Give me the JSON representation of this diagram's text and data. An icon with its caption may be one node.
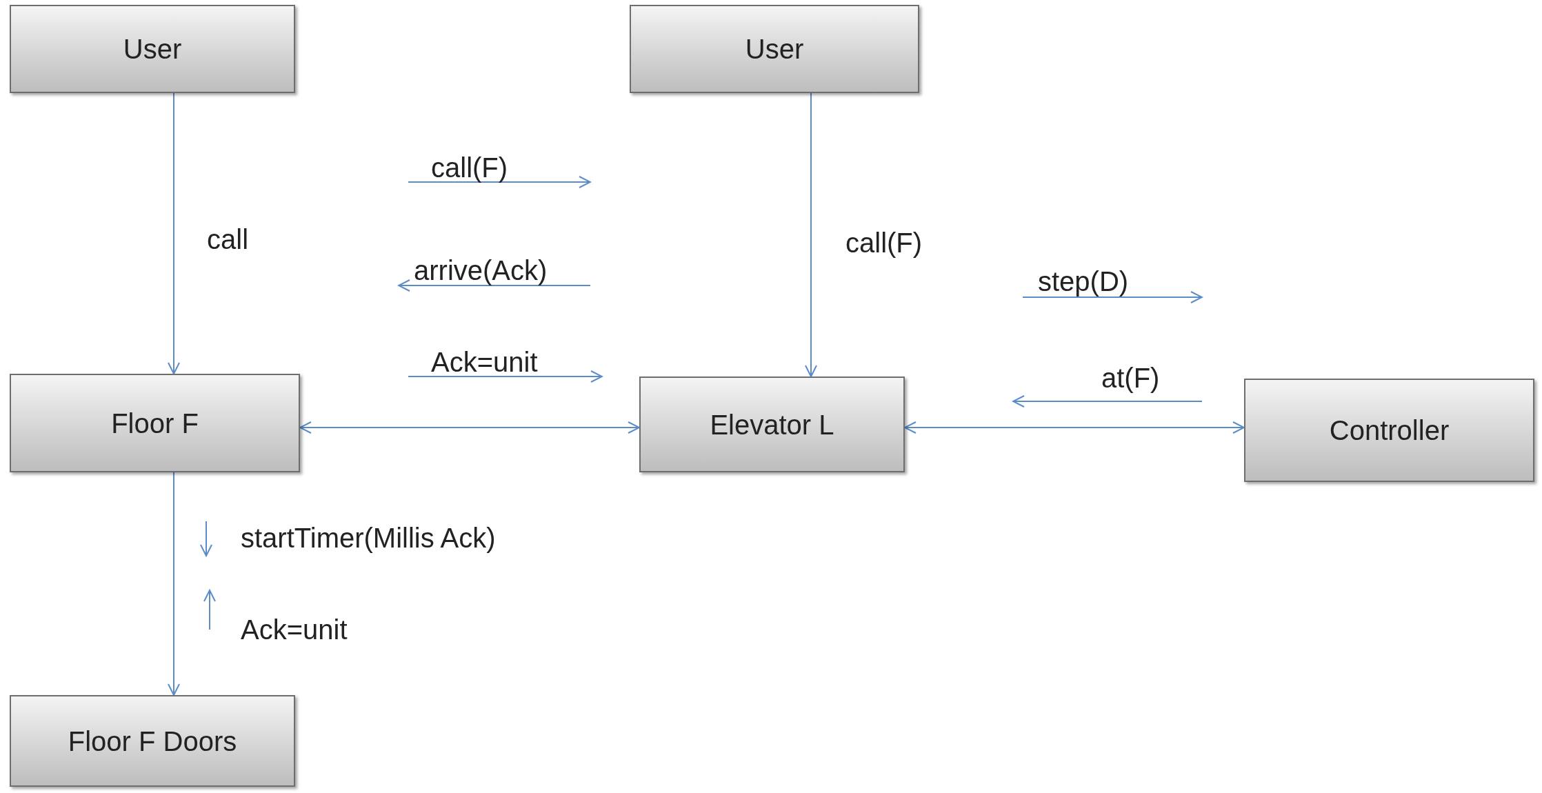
{
  "diagram": {
    "nodes": [
      {
        "text": [
          "User"
        ]
      },
      {
        "text": [
          "User"
        ]
      },
      {
        "text": [
          "Floor F"
        ]
      },
      {
        "text": [
          "Elevator L"
        ]
      },
      {
        "text": [
          "Controller"
        ]
      },
      {
        "text": [
          "Floor F Doors"
        ]
      }
    ],
    "edges": [
      {
        "from": 0,
        "to": 2,
        "arrow": "to",
        "label": "call"
      },
      {
        "from": 1,
        "to": 3,
        "arrow": "to",
        "label": "call(F)"
      },
      {
        "from": 2,
        "to": 3,
        "arrow": "both"
      },
      {
        "from": 3,
        "to": 4,
        "arrow": "both"
      },
      {
        "from": 2,
        "to": 5,
        "arrow": "to"
      }
    ],
    "labels": [
      "call(F)",
      "arrive(Ack)",
      "Ack=unit",
      "step(D)",
      "at(F)",
      "startTimer(Millis Ack)",
      "Ack=unit"
    ]
  }
}
